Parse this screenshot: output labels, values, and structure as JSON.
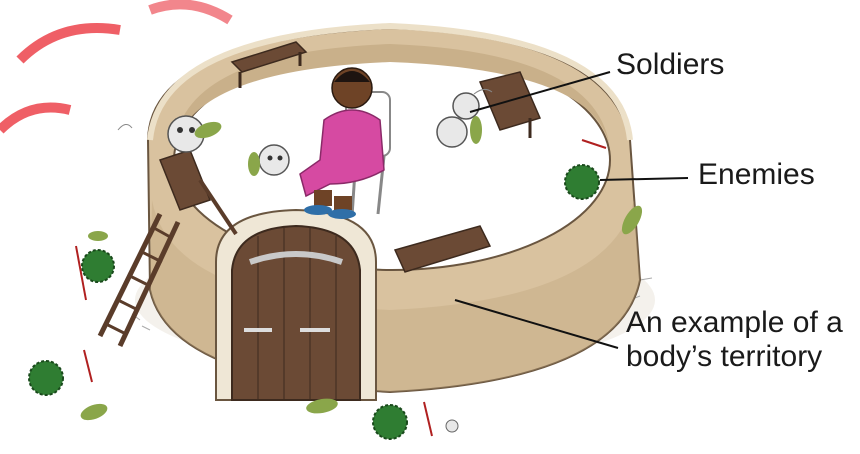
{
  "labels": {
    "soldiers": "Soldiers",
    "enemies": "Enemies",
    "territory_line1": "An example of a",
    "territory_line2": "body’s territory"
  },
  "colors": {
    "wall": "#d9c29f",
    "wall_shadow": "#bea27a",
    "wall_top": "#ece0c8",
    "floor": "#ffffff",
    "door": "#6b4a35",
    "door_frame": "#efe7d6",
    "dress": "#d64aa2",
    "skin": "#6e4326",
    "soldier": "#e8e8e8",
    "enemy": "#2f7d32",
    "leaf": "#8aa64a",
    "arrow": "#b02020",
    "watermark": "#e8202a"
  },
  "icons": {
    "soldier": "white-round-soldier-icon",
    "enemy": "green-spiky-enemy-icon",
    "chair": "plastic-chair-icon",
    "ladder": "ladder-icon",
    "door": "wooden-door-icon",
    "leaf": "leaf-shield-icon",
    "spear": "red-spear-icon"
  }
}
